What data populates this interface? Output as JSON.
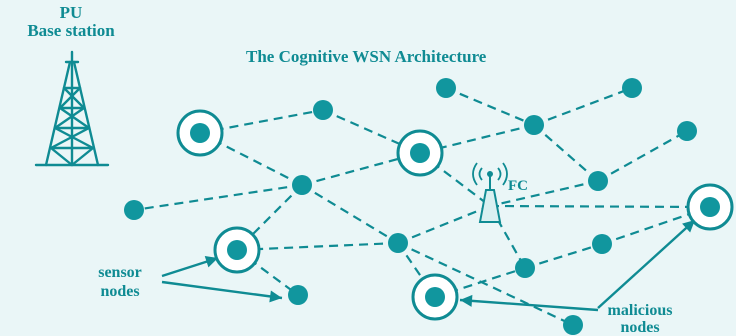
{
  "labels": {
    "pu_line1": "PU",
    "pu_line2": "Base station",
    "title": "The Cognitive WSN Architecture",
    "fc": "FC",
    "sensor_line1": "sensor",
    "sensor_line2": "nodes",
    "malicious_line1": "malicious",
    "malicious_line2": "nodes"
  },
  "colors": {
    "background": "#eaf6f7",
    "primary": "#0f8b93",
    "node": "#11969e",
    "ring_fill": "#ffffff"
  },
  "icons": {
    "tower": "radio-tower-icon",
    "fusion_center": "antenna-fc-icon"
  }
}
